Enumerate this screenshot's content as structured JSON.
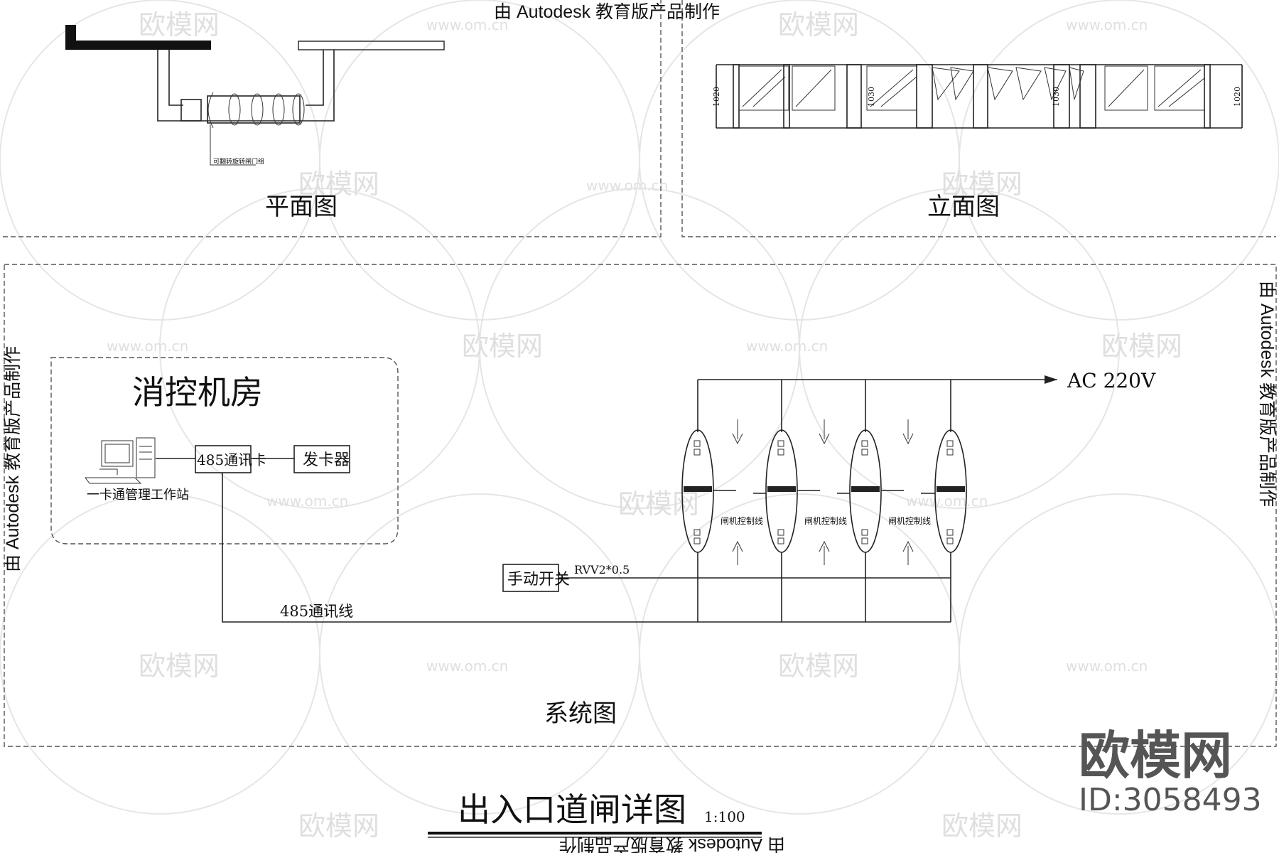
{
  "autodesk_stamp": "由 Autodesk 教育版产品制作",
  "views": {
    "plan_title": "平面图",
    "elevation_title": "立面图",
    "system_title": "系统图"
  },
  "plan": {
    "callout": "可翻转旋转闸门组"
  },
  "elevation": {
    "dim_labels": [
      "1020",
      "1030",
      "1030",
      "1020"
    ]
  },
  "control_room": {
    "title": "消控机房",
    "workstation_label": "一卡通管理工作站",
    "card485_label": "485通讯卡",
    "issuer_label": "发卡器"
  },
  "system": {
    "power_label": "AC 220V",
    "manual_switch_label": "手动开关",
    "cable_spec_label": "RVV2*0.5",
    "comm_line_label": "485通讯线",
    "lane_labels": [
      "闸机控制线",
      "闸机控制线",
      "闸机控制线"
    ]
  },
  "drawing": {
    "title": "出入口道闸详图",
    "scale": "1:100"
  },
  "watermark": {
    "brand": "欧模网",
    "site": "www.om.cn",
    "id": "ID:3058493"
  }
}
